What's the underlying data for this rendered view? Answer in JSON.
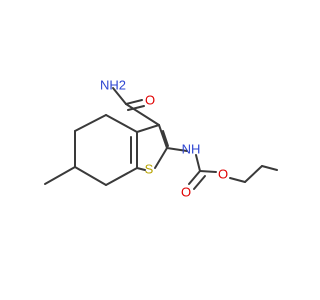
{
  "molecule": {
    "atoms": {
      "amide_n": "NH2",
      "amide_n_h": "H",
      "amide_n_n": "N",
      "amide_o": "O",
      "carbamate_nh": "NH",
      "carbamate_nh_n": "N",
      "carbamate_nh_h": "H",
      "carbonyl_o": "O",
      "ester_o": "O",
      "ring_s": "S"
    },
    "colors": {
      "bond": "#3a3a3a",
      "nitrogen": "#2e45d1",
      "oxygen": "#e00000",
      "sulfur": "#b8a400"
    }
  }
}
